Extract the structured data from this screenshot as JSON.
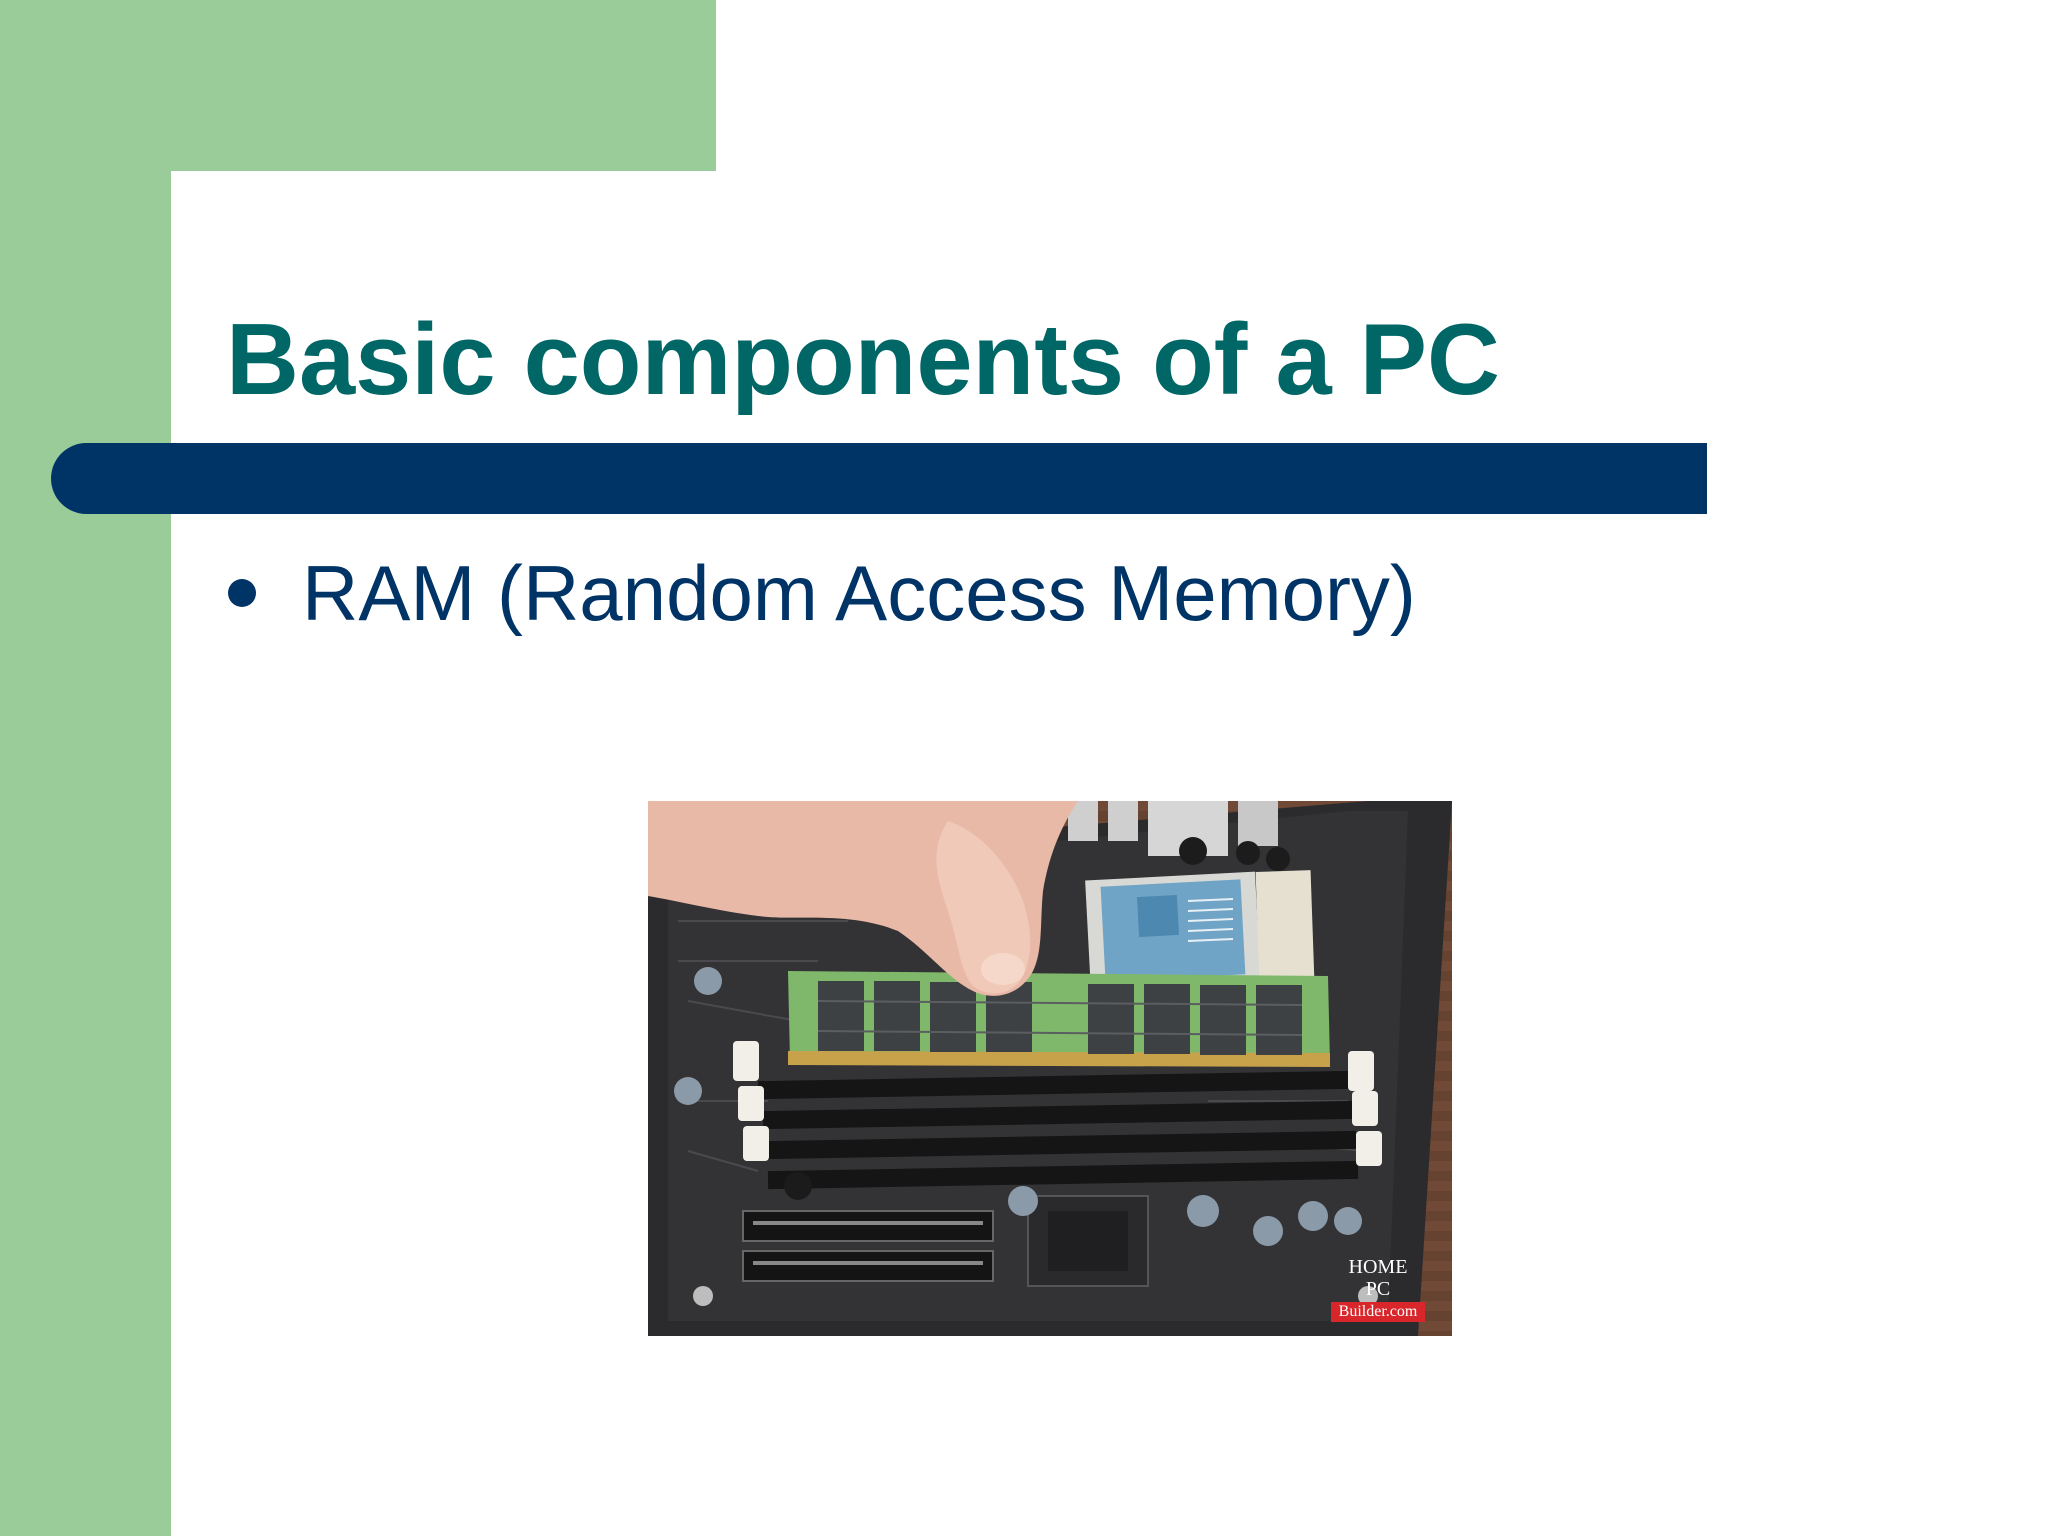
{
  "slide": {
    "title": "Basic components of a PC",
    "bullets": [
      {
        "text": "RAM (Random Access Memory)"
      }
    ]
  },
  "photo": {
    "subject": "RAM stick being inserted into motherboard slot",
    "watermark": {
      "line1": "HOME",
      "line2": "PC",
      "line3": "Builder.com"
    }
  },
  "colors": {
    "green": "#99cc99",
    "title": "#006666",
    "bar": "#003366",
    "text": "#003366"
  }
}
